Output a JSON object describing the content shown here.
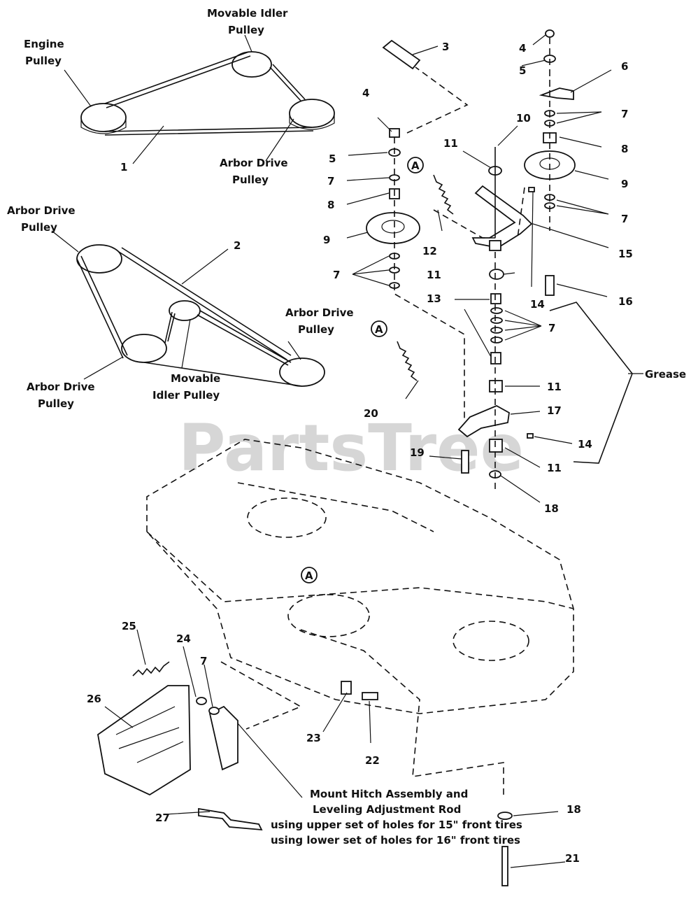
{
  "watermark": "PartsTree",
  "labels": {
    "engine_pulley": [
      "Engine",
      "Pulley"
    ],
    "movable_idler_top": [
      "Movable Idler",
      "Pulley"
    ],
    "arbor_drive_top": [
      "Arbor Drive",
      "Pulley"
    ],
    "arbor_drive_left": [
      "Arbor Drive",
      "Pulley"
    ],
    "arbor_drive_right": [
      "Arbor Drive",
      "Pulley"
    ],
    "arbor_drive_bottom": [
      "Arbor Drive",
      "Pulley"
    ],
    "movable_idler_bottom": [
      "Movable",
      "Idler Pulley"
    ],
    "grease": "Grease",
    "circle_a": "A"
  },
  "note": [
    "Mount Hitch Assembly and",
    "Leveling Adjustment Rod",
    "using upper set of holes for 15\" front tires",
    "using lower set of holes for 16\" front tires"
  ],
  "callouts": [
    "1",
    "2",
    "3",
    "4",
    "5",
    "6",
    "7",
    "8",
    "9",
    "10",
    "11",
    "12",
    "13",
    "14",
    "15",
    "16",
    "17",
    "18",
    "19",
    "20",
    "21",
    "22",
    "23",
    "24",
    "25",
    "26",
    "27"
  ]
}
